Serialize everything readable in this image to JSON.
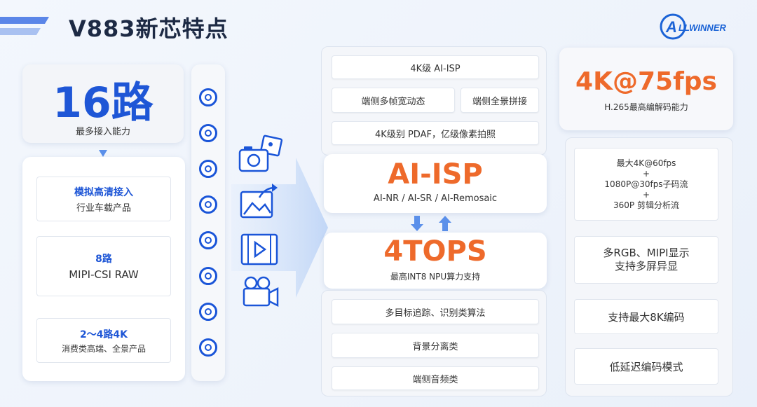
{
  "header": {
    "title": "V883新芯特点",
    "logo": "ALLWINNER"
  },
  "left": {
    "big_title": "16路",
    "big_subtitle": "最多接入能力",
    "boxes": [
      {
        "title": "模拟高清接入",
        "subtitle": "行业车载产品"
      },
      {
        "title": "8路",
        "subtitle": "MIPI-CSI RAW"
      },
      {
        "title": "2～4路4K",
        "subtitle": "消费类高端、全景产品"
      }
    ]
  },
  "middle": {
    "top_items": [
      "4K级 AI-ISP",
      "端侧多帧宽动态",
      "端侧全景拼接",
      "4K级别 PDAF，亿级像素拍照"
    ],
    "aiisp": {
      "title": "AI-ISP",
      "subtitle": "AI-NR / AI-SR / AI-Remosaic"
    },
    "tops": {
      "title": "4TOPS",
      "subtitle": "最高INT8 NPU算力支持"
    },
    "bottom_items": [
      "多目标追踪、识别类算法",
      "背景分离类",
      "端侧音频类"
    ]
  },
  "right": {
    "top": {
      "title": "4K@75fps",
      "subtitle": "H.265最高编解码能力"
    },
    "stream": [
      "最大4K@60fps",
      "+",
      "1080P@30fps子码流",
      "+",
      "360P 剪辑分析流"
    ],
    "items": [
      "多RGB、MIPI显示\n支持多屏异显",
      "支持最大8K编码",
      "低延迟编码模式"
    ]
  },
  "colors": {
    "blue": "#1e56d6",
    "orange": "#ee6a2b"
  },
  "icons": [
    "camera-photo-icon",
    "image-share-icon",
    "video-play-icon",
    "video-camera-icon"
  ]
}
